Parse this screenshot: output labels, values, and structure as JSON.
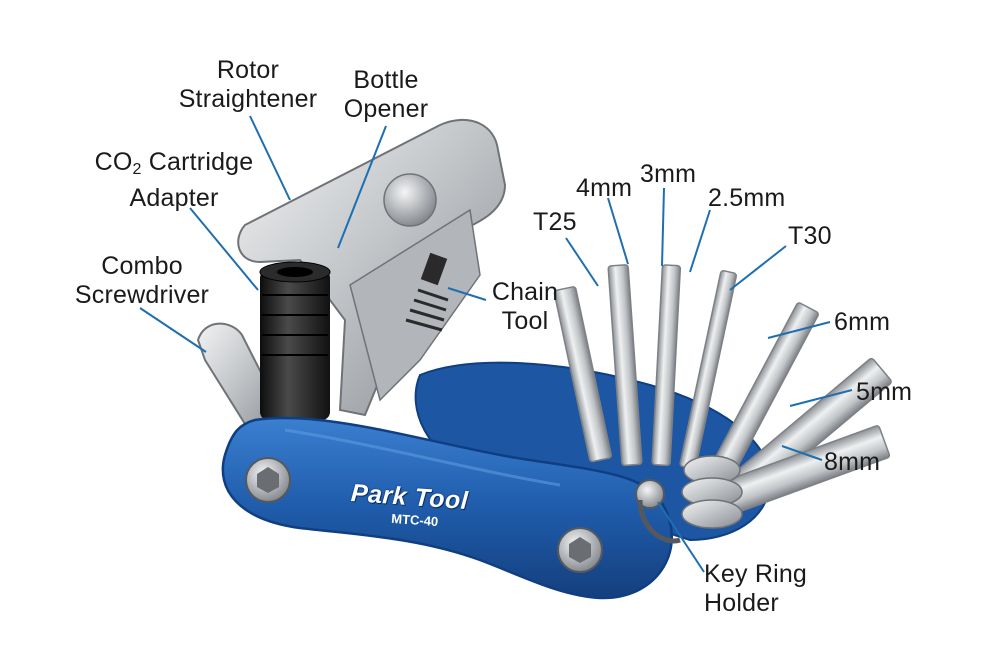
{
  "product": {
    "brand_text": "Park Tool",
    "model_text": "MTC-40"
  },
  "labels": {
    "rotor": {
      "line1": "Rotor",
      "line2": "Straightener"
    },
    "bottle": {
      "line1": "Bottle",
      "line2": "Opener"
    },
    "co2": {
      "prefix": "CO",
      "subscript": "2",
      "suffix": " Cartridge",
      "line2": "Adapter"
    },
    "combo": {
      "line1": "Combo",
      "line2": "Screwdriver"
    },
    "chain": {
      "line1": "Chain",
      "line2": "Tool"
    },
    "t25": "T25",
    "mm4": "4mm",
    "mm3": "3mm",
    "mm25": "2.5mm",
    "t30": "T30",
    "mm6": "6mm",
    "mm5": "5mm",
    "mm8": "8mm",
    "keyring": {
      "line1": "Key Ring",
      "line2": "Holder"
    }
  },
  "colors": {
    "leader": "#1f6fb0",
    "body_blue": "#1f5cab",
    "body_edge": "#0f3f82",
    "steel": "#c7c9cc",
    "steel_dark": "#7d8186",
    "adapter_black": "#1c1c1c"
  }
}
